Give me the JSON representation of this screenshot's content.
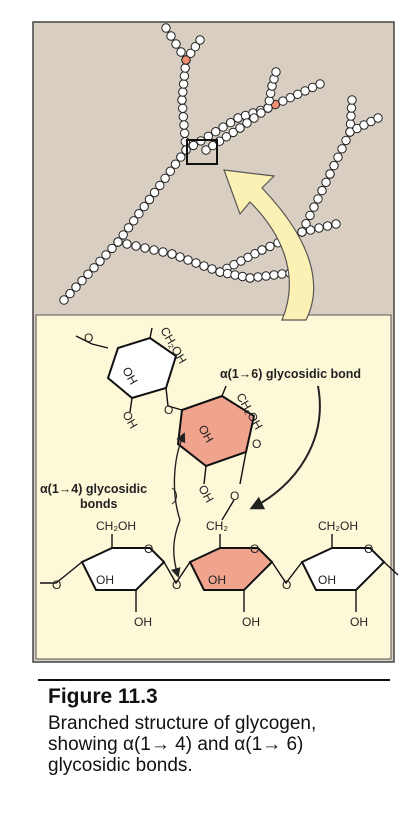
{
  "figure": {
    "number": "Figure 11.3",
    "caption": "Branched structure of glycogen, showing α(1→ 4) and α(1→ 6) glycosidic bonds."
  },
  "labels": {
    "alpha16_bond": "α(1→6) glycosidic bond",
    "alpha14_bond_line1": "α(1→4) glycosidic",
    "alpha14_bond_line2": "bonds",
    "ch2oh": "CH₂OH",
    "ch2": "CH₂",
    "oh": "OH",
    "o": "O"
  },
  "colors": {
    "top_panel_bg": "#d8cfc2",
    "bottom_panel_bg": "#fdf8d8",
    "branch_ring_fill": "#f0a38d",
    "arrow_fill": "#fbf1b4",
    "residue_glucose": "#ffffff",
    "residue_branch_point": "#f08f72"
  }
}
